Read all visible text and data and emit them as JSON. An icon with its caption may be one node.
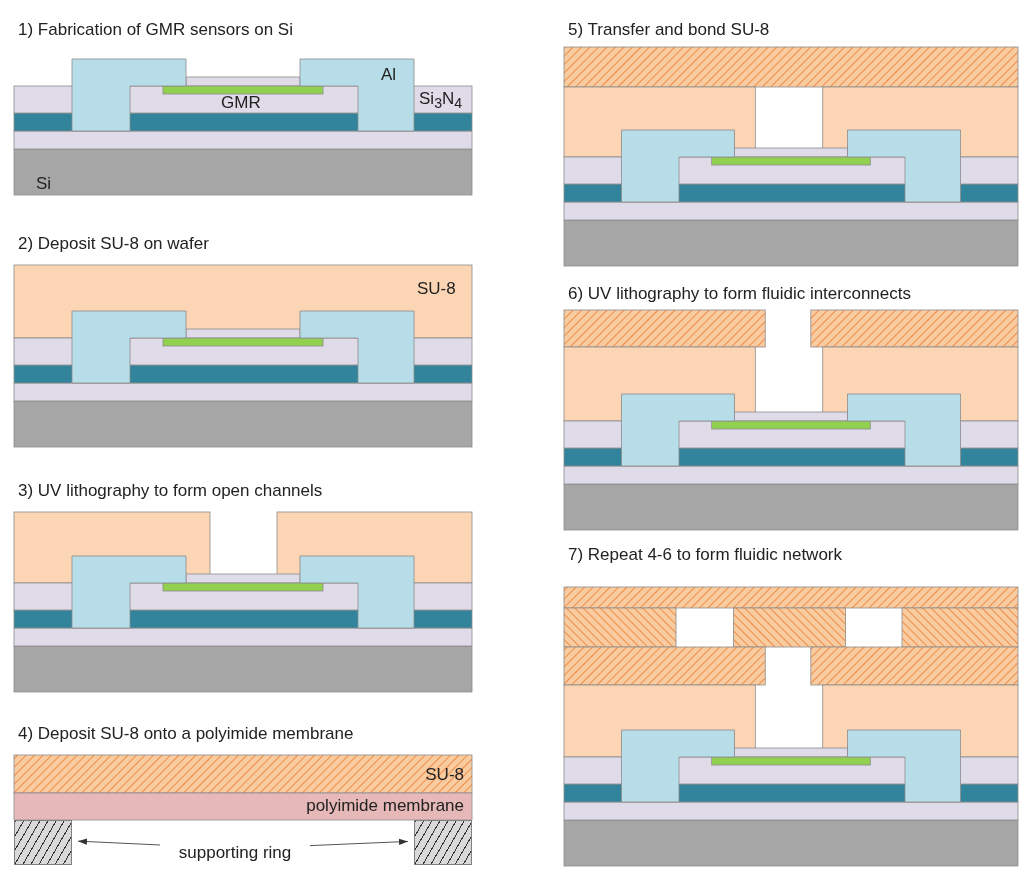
{
  "diagram": {
    "nodes": [
      {
        "text": [
          "supporting ring"
        ]
      },
      {
        "text": [],
        "shape": "box"
      },
      {
        "text": [],
        "shape": "box"
      }
    ],
    "edges": [
      {
        "from": 0,
        "to": 1,
        "arrow": "to"
      },
      {
        "from": 0,
        "to": 2,
        "arrow": "to"
      }
    ],
    "labels": [
      "1) Fabrication of GMR sensors on Si",
      "Al",
      "GMR",
      "Si$_{3}$N$_{4}$",
      "Si",
      "2) Deposit SU-8 on wafer",
      "SU-8",
      "3) UV lithography to form open channels",
      "4) Deposit SU-8 onto a polyimide membrane",
      "SU-8",
      "polyimide membrane",
      "5) Transfer and bond SU-8",
      "6) UV lithography to form fluidic interconnects",
      "7) Repeat 4-6 to form fluidic network"
    ]
  }
}
